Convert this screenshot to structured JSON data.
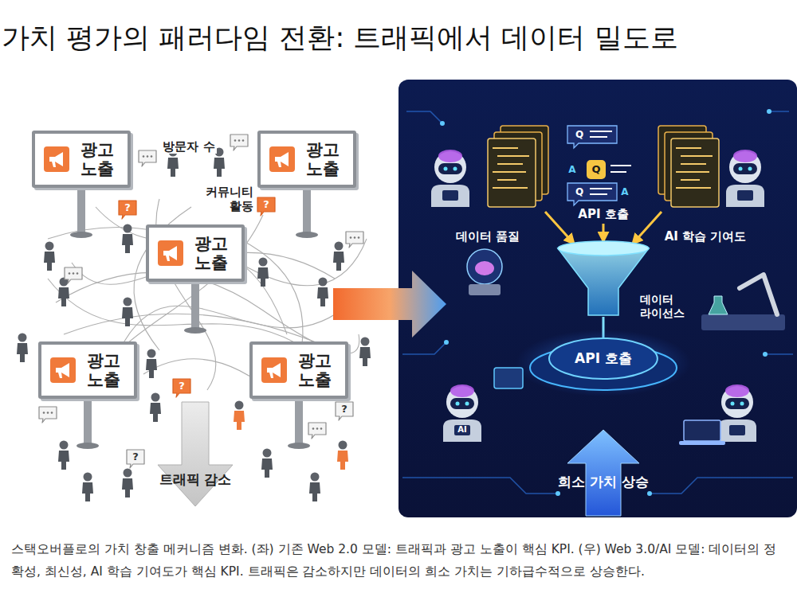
{
  "diagram": {
    "title": "가치 평가의 패러다임 전환: 트래픽에서 데이터 밀도로",
    "caption": "스택오버플로의 가치 창출 메커니즘 변화. (좌) 기존 Web 2.0 모델: 트래픽과 광고 노출이 핵심 KPI. (우) Web 3.0/AI 모델: 데이터의 정확성, 최신성, AI 학습 기여도가 핵심 KPI. 트래픽은 감소하지만 데이터의 희소 가치는 기하급수적으로 상승한다.",
    "nodes": [
      {
        "text": [
          "광고 노출"
        ]
      },
      {
        "text": [
          "광고 노출"
        ]
      },
      {
        "text": [
          "광고 노출"
        ]
      },
      {
        "text": [
          "광고 노출"
        ]
      },
      {
        "text": [
          "광고 노출"
        ]
      },
      {
        "text": [
          "API 호출"
        ]
      }
    ],
    "labels": [
      "방문자 수",
      "?",
      "커뮤니티 활동",
      "?",
      "?",
      "?",
      "?",
      "트래픽 감소",
      "Q",
      "A",
      "Q",
      "Q",
      "A",
      "API 호출",
      "데이터 품질",
      "AI 학습 기여도",
      "데이터 라이선스",
      "AI",
      "희소 가치 상승"
    ]
  }
}
